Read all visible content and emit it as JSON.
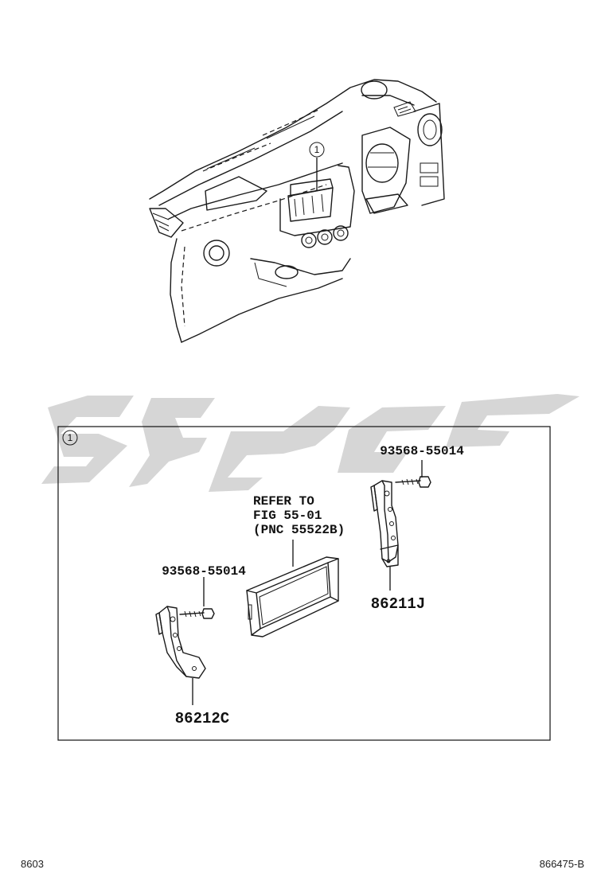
{
  "diagram": {
    "callout_number": "1",
    "watermark_color": "#d2d2d2",
    "labels": {
      "screw_right": "93568-55014",
      "screw_left": "93568-55014",
      "refer_line1": "REFER TO",
      "refer_line2": "FIG 55-01",
      "refer_line3": "(PNC 55522B)",
      "bracket_right": "86211J",
      "bracket_left": "86212C"
    },
    "footer": {
      "left_code": "8603",
      "right_code": "866475-B"
    }
  }
}
